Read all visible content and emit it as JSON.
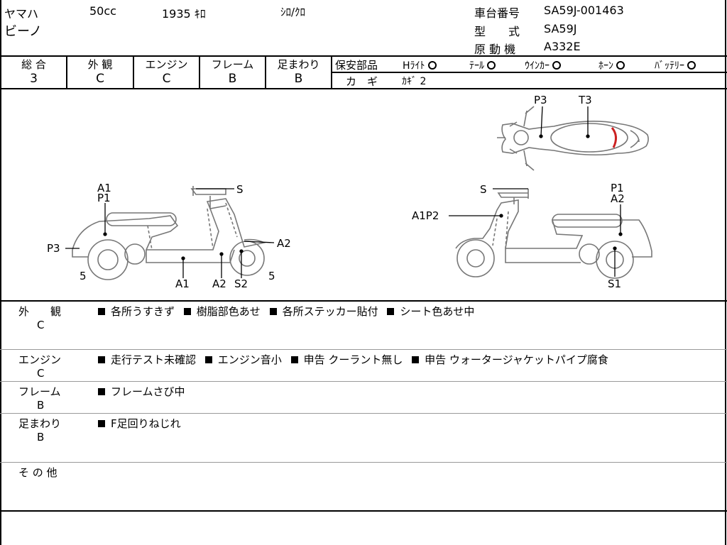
{
  "header": {
    "maker": "ヤマハ",
    "displacement": "50cc",
    "mileage": "1935 ｷﾛ",
    "color": "ｼﾛ/ｸﾛ",
    "model_name": "ビーノ",
    "frame_no_label": "車台番号",
    "frame_no": "SA59J-001463",
    "type_label": "型　　式",
    "type": "SA59J",
    "engine_label": "原 動 機",
    "engine": "A332E"
  },
  "scores": [
    {
      "label": "総 合",
      "grade": "3"
    },
    {
      "label": "外 観",
      "grade": "C"
    },
    {
      "label": "エンジン",
      "grade": "C"
    },
    {
      "label": "フレーム",
      "grade": "B"
    },
    {
      "label": "足まわり",
      "grade": "B"
    }
  ],
  "safety": {
    "label": "保安部品",
    "items": [
      {
        "name": "Hﾗｲﾄ"
      },
      {
        "name": "ﾃｰﾙ"
      },
      {
        "name": "ｳｲﾝｶｰ"
      },
      {
        "name": "ﾎｰﾝ"
      },
      {
        "name": "ﾊﾞｯﾃﾘｰ"
      }
    ],
    "key_label": "カ　ギ",
    "key_value": "ｶｷﾞ 2"
  },
  "diagram": {
    "top": [
      "P3",
      "T3"
    ],
    "left": [
      "A1",
      "P1",
      "S",
      "P3",
      "A2",
      "5",
      "A1",
      "A2",
      "S2",
      "5"
    ],
    "right": [
      "S",
      "P1",
      "A2",
      "A1P2",
      "S1"
    ]
  },
  "remarks": [
    {
      "label": "外　　観",
      "grade": "C",
      "items": [
        "各所うすきず",
        "樹脂部色あせ",
        "各所ステッカー貼付",
        "シート色あせ中"
      ]
    },
    {
      "label": "エンジン",
      "grade": "C",
      "items": [
        "走行テスト未確認",
        "エンジン音小",
        "申告 クーラント無し",
        "申告 ウォータージャケットパイプ腐食"
      ]
    },
    {
      "label": "フレーム",
      "grade": "B",
      "items": [
        "フレームさび中"
      ]
    },
    {
      "label": "足まわり",
      "grade": "B",
      "items": [
        "F足回りねじれ"
      ]
    },
    {
      "label": "そ の 他",
      "grade": "",
      "items": []
    }
  ]
}
